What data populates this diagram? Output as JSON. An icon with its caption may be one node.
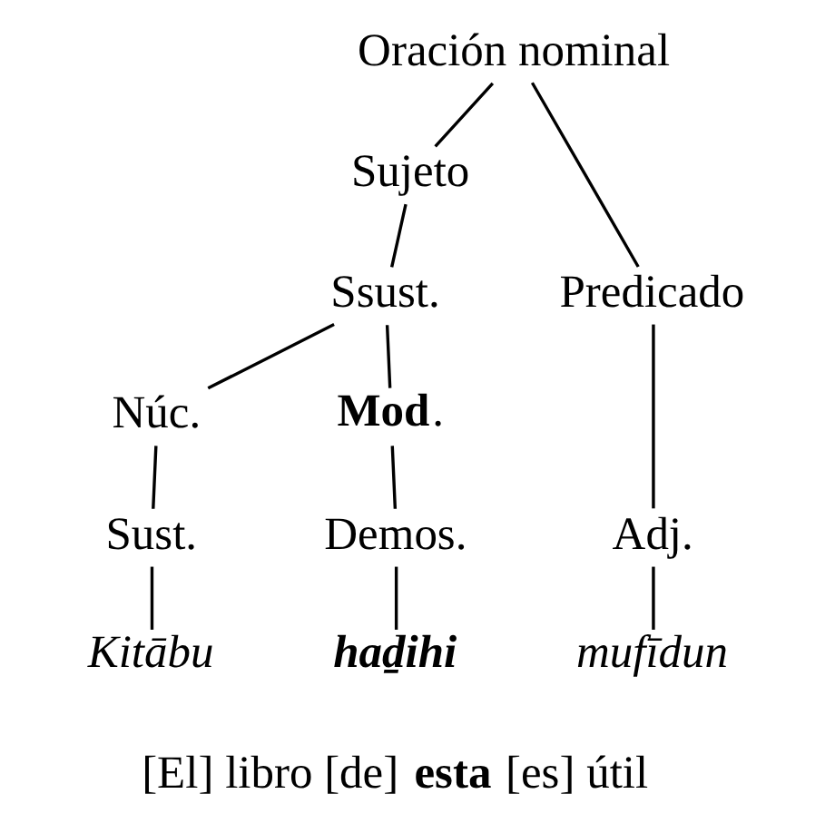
{
  "diagram": {
    "nodes": [
      {
        "text": [
          "Oración nominal"
        ]
      },
      {
        "text": [
          "Sujeto"
        ]
      },
      {
        "text": [
          "Predicado"
        ]
      },
      {
        "text": [
          "Ssust."
        ]
      },
      {
        "text": [
          "Núc."
        ]
      },
      {
        "text": [
          "**Mod**."
        ]
      },
      {
        "text": [
          "Sust."
        ]
      },
      {
        "text": [
          "Demos."
        ]
      },
      {
        "text": [
          "Adj."
        ]
      },
      {
        "text": [
          "Kitābu"
        ]
      },
      {
        "text": [
          "haḏihi"
        ]
      },
      {
        "text": [
          "mufīdun"
        ]
      }
    ],
    "edges": [
      {
        "from": 0,
        "to": 1,
        "arrow": "none"
      },
      {
        "from": 0,
        "to": 2,
        "arrow": "none"
      },
      {
        "from": 1,
        "to": 3,
        "arrow": "none"
      },
      {
        "from": 3,
        "to": 4,
        "arrow": "none"
      },
      {
        "from": 3,
        "to": 5,
        "arrow": "none"
      },
      {
        "from": 4,
        "to": 6,
        "arrow": "none"
      },
      {
        "from": 5,
        "to": 7,
        "arrow": "none"
      },
      {
        "from": 2,
        "to": 8,
        "arrow": "none"
      },
      {
        "from": 6,
        "to": 9,
        "arrow": "none"
      },
      {
        "from": 7,
        "to": 10,
        "arrow": "none"
      },
      {
        "from": 8,
        "to": 11,
        "arrow": "none"
      }
    ],
    "labels": [
      "[El] libro [de] **esta** [es] útil"
    ]
  }
}
